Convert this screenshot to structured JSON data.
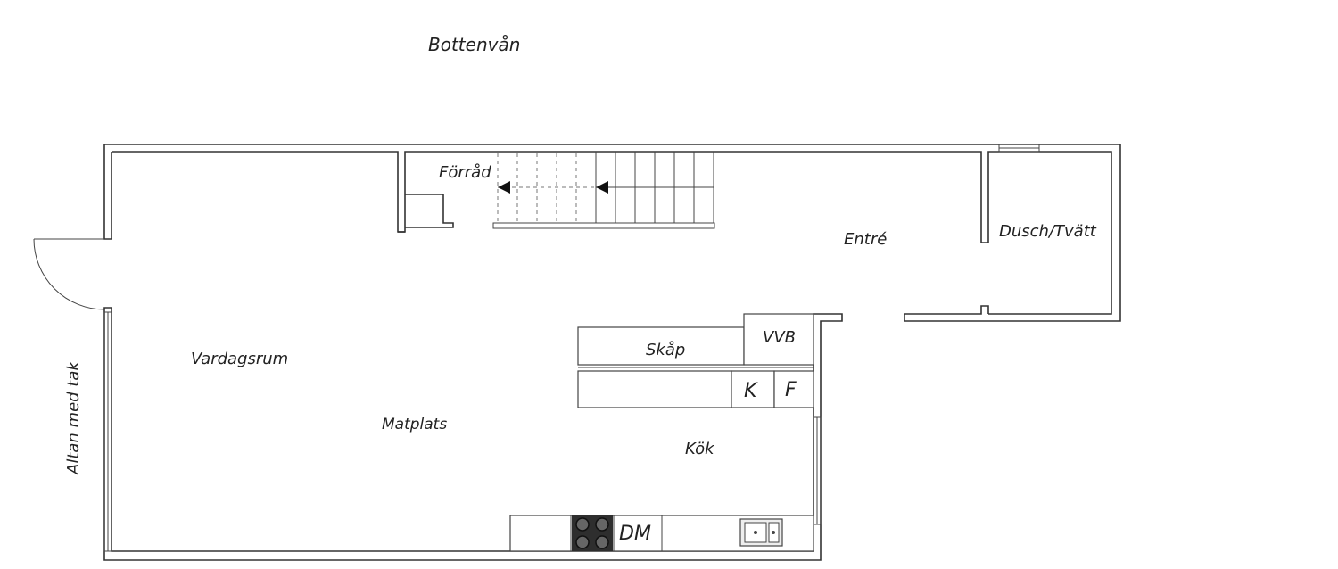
{
  "title": "Bottenvån",
  "rooms": {
    "forrad": "Förråd",
    "entre": "Entré",
    "dusch_tvatt": "Dusch/Tvätt",
    "vardagsrum": "Vardagsrum",
    "matplats": "Matplats",
    "kok": "Kök",
    "altan": "Altan med tak"
  },
  "fixtures": {
    "skap": "Skåp",
    "vvb": "VVB",
    "kyl": "K",
    "frys": "F",
    "diskmaskin": "DM"
  }
}
